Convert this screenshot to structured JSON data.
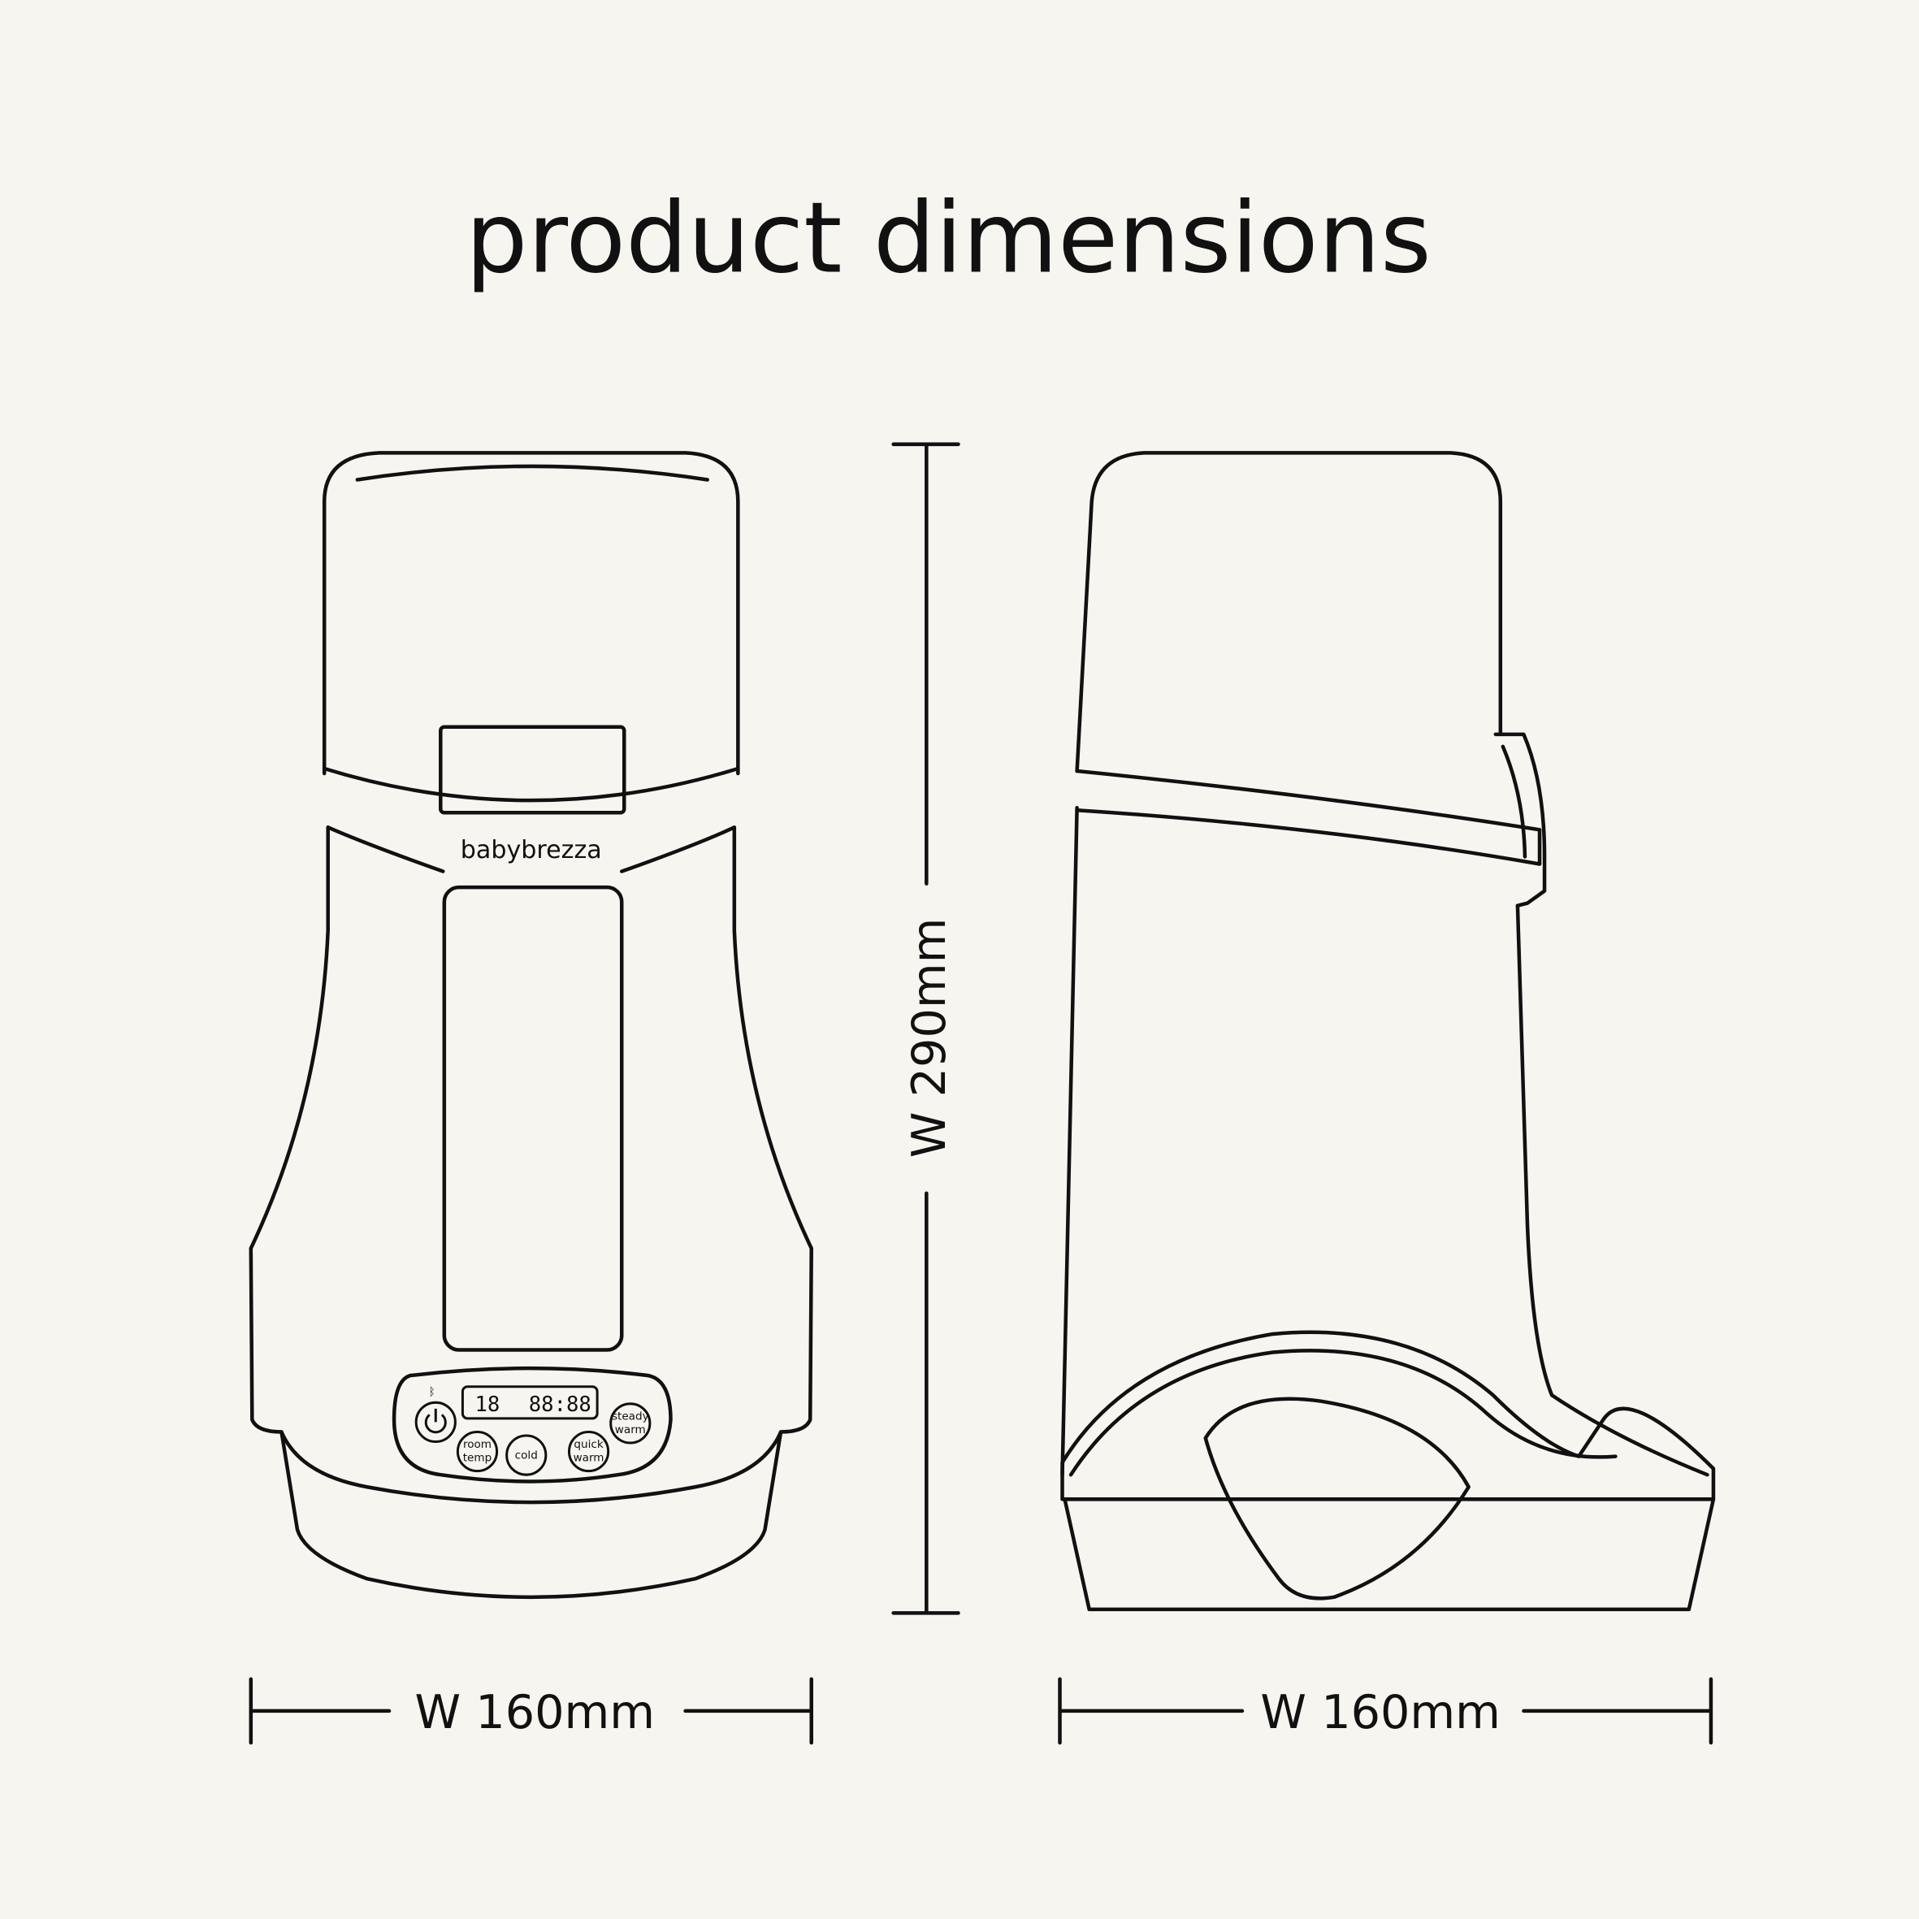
{
  "title": "product dimensions",
  "dimensions": {
    "height_label": "W 290mm",
    "front_width_label": "W 160mm",
    "side_width_label": "W 160mm"
  },
  "product": {
    "brand": "babybrezza",
    "display": {
      "left_digits": "18",
      "time": "88:88"
    },
    "buttons": {
      "power": "power-icon",
      "room_temp": [
        "room",
        "temp"
      ],
      "cold": "cold",
      "quick_warm": [
        "quick",
        "warm"
      ],
      "steady_warm": [
        "steady",
        "warm"
      ]
    }
  },
  "colors": {
    "background": "#f7f5ef",
    "line": "#111111"
  }
}
